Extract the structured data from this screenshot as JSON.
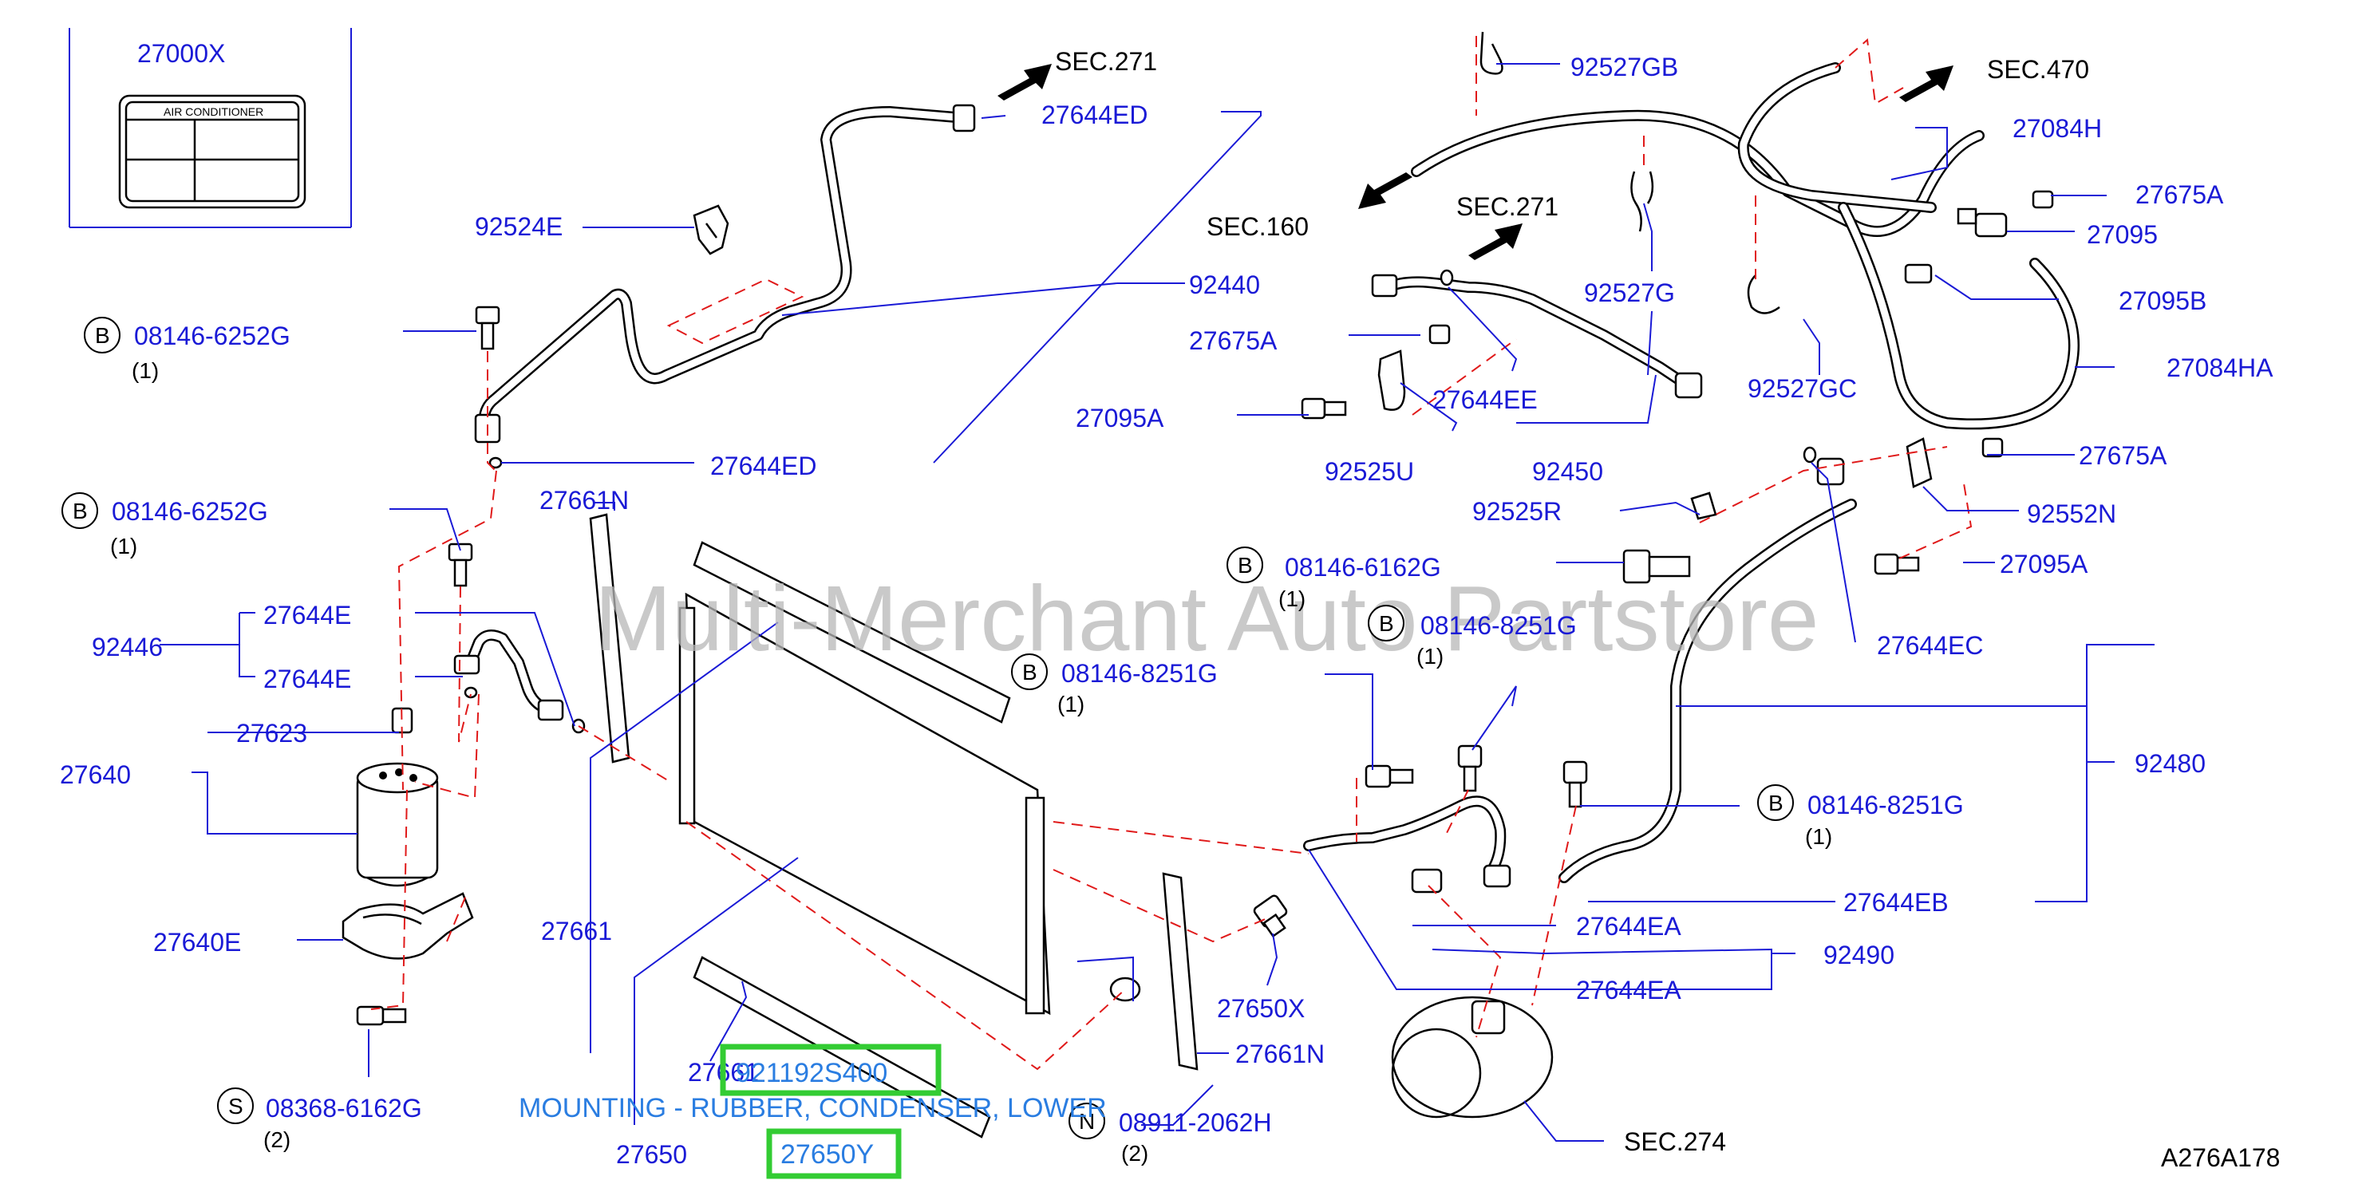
{
  "diagram_id": "A276A178",
  "watermark": "Multi-Merchant Auto Partstore",
  "highlight": {
    "part_no": "921192S400",
    "description": "MOUNTING - RUBBER, CONDENSER, LOWER",
    "ref": "27650Y"
  },
  "label_box": {
    "ref": "27000X",
    "heading": "AIR    CONDITIONER"
  },
  "sections": {
    "sec271_top": "SEC.271",
    "sec271_mid": "SEC.271",
    "sec470": "SEC.470",
    "sec160": "SEC.160",
    "sec274": "SEC.274"
  },
  "labels": {
    "l27644ED_top": "27644ED",
    "l92524E": "92524E",
    "l92440": "92440",
    "l08146_6252G_a": "08146-6252G",
    "l08146_6252G_b": "08146-6252G",
    "l27644ED_mid": "27644ED",
    "l27661N_top": "27661N",
    "l27644E_a": "27644E",
    "l27644E_b": "27644E",
    "l92446": "92446",
    "l27623": "27623",
    "l27640": "27640",
    "l27640E": "27640E",
    "l27661": "27661",
    "l08368_6162G": "08368-6162G",
    "l27661_low": "27661",
    "l27650": "27650",
    "l92527GB": "92527GB",
    "l92527G": "92527G",
    "l27084H": "27084H",
    "l27675A_a": "27675A",
    "l27095": "27095",
    "l27095B": "27095B",
    "l27084HA": "27084HA",
    "l92527GC": "92527GC",
    "l27675A_b": "27675A",
    "l27095A_a": "27095A",
    "l27644EE": "27644EE",
    "l92525U": "92525U",
    "l92450": "92450",
    "l92525R": "92525R",
    "l27675A_c": "27675A",
    "l92552N": "92552N",
    "l27095A_b": "27095A",
    "l08146_6162G": "08146-6162G",
    "l08146_8251G_a": "08146-8251G",
    "l08146_8251G_b": "08146-8251G",
    "l27644EC": "27644EC",
    "l92480": "92480",
    "l08146_8251G_c": "08146-8251G",
    "l27644EB": "27644EB",
    "l27644EA_a": "27644EA",
    "l92490": "92490",
    "l27644EA_b": "27644EA",
    "l27650X": "27650X",
    "l27661N_low": "27661N",
    "l08911_2062H": "08911-2062H"
  },
  "circled": {
    "b1": "B",
    "b2": "B",
    "b3": "B",
    "b4": "B",
    "b5": "B",
    "b6": "B",
    "s1": "S",
    "n1": "N"
  },
  "quantities": {
    "q1": "(1)",
    "q2": "(1)",
    "q3": "(1)",
    "q4": "(1)",
    "q5": "(1)",
    "q6": "(1)",
    "q7": "(2)",
    "q8": "(2)"
  },
  "colors": {
    "label_blue": "#1a1ad6",
    "dashed_red": "#e01a1a",
    "highlight_green": "#33cc33",
    "highlight_text": "#2a7de1"
  }
}
